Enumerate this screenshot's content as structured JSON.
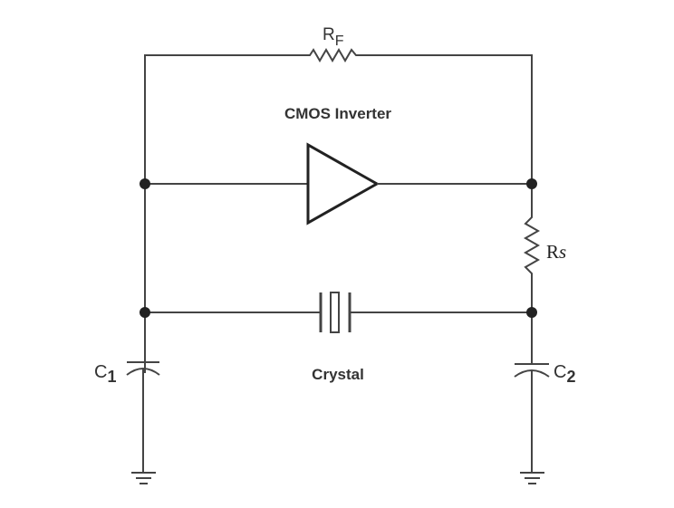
{
  "diagram": {
    "feedback_resistor": {
      "label": "R",
      "subscript": "F"
    },
    "inverter_label": "CMOS Inverter",
    "series_resistor": {
      "label": "R",
      "subscript": "s"
    },
    "crystal_label": "Crystal",
    "cap1": {
      "label": "C",
      "subscript": "1"
    },
    "cap2": {
      "label": "C",
      "subscript": "2"
    }
  }
}
